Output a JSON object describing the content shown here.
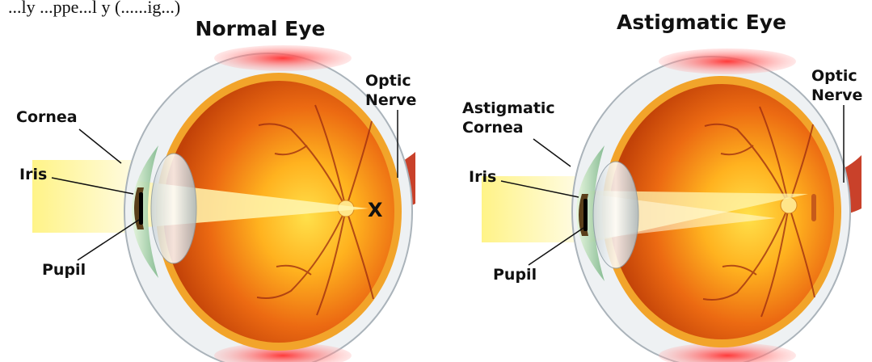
{
  "top_text": "...ly ...ppe...l y (......ig...)",
  "diagrams": [
    {
      "title": "Normal Eye",
      "labels": {
        "cornea": "Cornea",
        "iris": "Iris",
        "pupil": "Pupil",
        "optic_nerve_line1": "Optic",
        "optic_nerve_line2": "Nerve"
      },
      "focus_marker": "X"
    },
    {
      "title": "Astigmatic Eye",
      "labels": {
        "cornea_line1": "Astigmatic",
        "cornea_line2": "Cornea",
        "iris": "Iris",
        "pupil": "Pupil",
        "optic_nerve_line1": "Optic",
        "optic_nerve_line2": "Nerve"
      }
    }
  ],
  "colors": {
    "vitreous": "#e85a10",
    "retina_glow": "#ffd23a",
    "sclera": "#ffffff",
    "sclera_edge": "#b0b6bc",
    "muscle": "#e23c3c",
    "light_beam": "#fff6b0",
    "vessel": "#9b2a10",
    "optic_nerve": "#c9412a"
  }
}
